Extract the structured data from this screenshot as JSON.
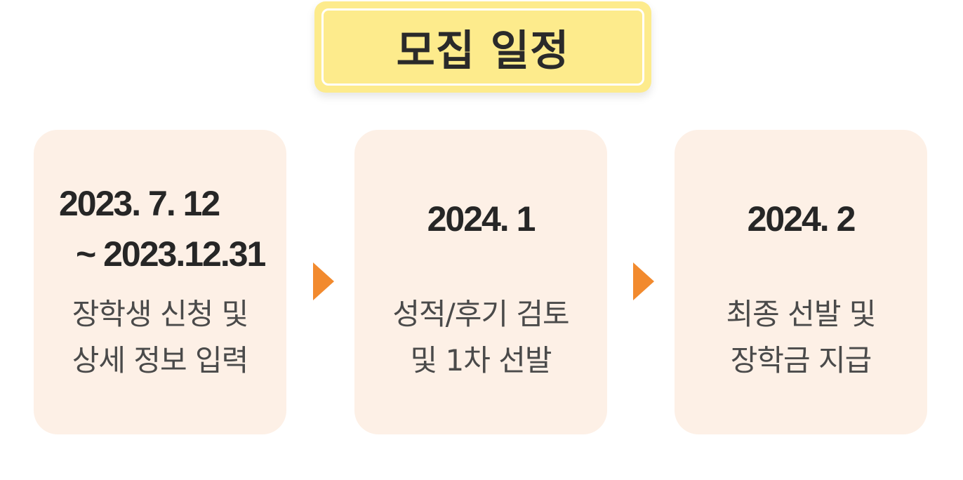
{
  "title": "모집 일정",
  "colors": {
    "badge_bg": "#fdeb8c",
    "card_bg": "#fdf0e6",
    "arrow": "#f28a2e",
    "text": "#2b2b2b"
  },
  "steps": [
    {
      "date_line1": "2023. 7. 12",
      "date_line2": "~ 2023.12.31",
      "desc_line1": "장학생 신청 및",
      "desc_line2": "상세 정보 입력"
    },
    {
      "date": "2024. 1",
      "desc_line1": "성적/후기 검토",
      "desc_line2": "및 1차 선발"
    },
    {
      "date": "2024. 2",
      "desc_line1": "최종 선발 및",
      "desc_line2": "장학금 지급"
    }
  ],
  "arrow_icon": "triangle-right-icon"
}
